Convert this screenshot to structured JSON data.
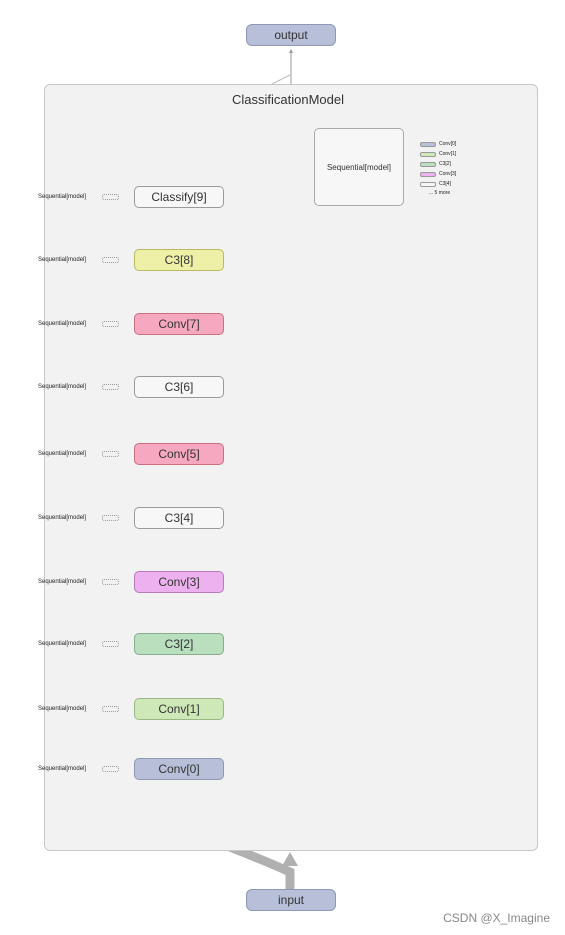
{
  "graph": {
    "title": "ClassificationModel",
    "output_label": "output",
    "input_label": "input",
    "side_label": "Sequential[model]"
  },
  "nodes": [
    {
      "label": "Classify[9]",
      "color": "#f7f7f7",
      "border": "#9a9a9a"
    },
    {
      "label": "C3[8]",
      "color": "#eff0a8",
      "border": "#b9b960"
    },
    {
      "label": "Conv[7]",
      "color": "#f6a8c0",
      "border": "#c9707f"
    },
    {
      "label": "C3[6]",
      "color": "#f7f7f7",
      "border": "#9a9a9a"
    },
    {
      "label": "Conv[5]",
      "color": "#f6a8c0",
      "border": "#c9707f"
    },
    {
      "label": "C3[4]",
      "color": "#f7f7f7",
      "border": "#9a9a9a"
    },
    {
      "label": "Conv[3]",
      "color": "#eeb1ef",
      "border": "#b87bbc"
    },
    {
      "label": "C3[2]",
      "color": "#b9dfbf",
      "border": "#86ae8d"
    },
    {
      "label": "Conv[1]",
      "color": "#cfe8b8",
      "border": "#9ab883"
    },
    {
      "label": "Conv[0]",
      "color": "#b7c0d8",
      "border": "#8e97b3"
    }
  ],
  "summary": {
    "label": "Sequential[model]",
    "items": [
      {
        "label": "Conv[0]",
        "color": "#b7c0d8"
      },
      {
        "label": "Conv[1]",
        "color": "#cfe8b8"
      },
      {
        "label": "C3[2]",
        "color": "#b9dfbf"
      },
      {
        "label": "Conv[3]",
        "color": "#eeb1ef"
      },
      {
        "label": "C3[4]",
        "color": "#f7f7f7"
      }
    ],
    "more": "... 5 more"
  },
  "footer": "CSDN @X_Imagine"
}
